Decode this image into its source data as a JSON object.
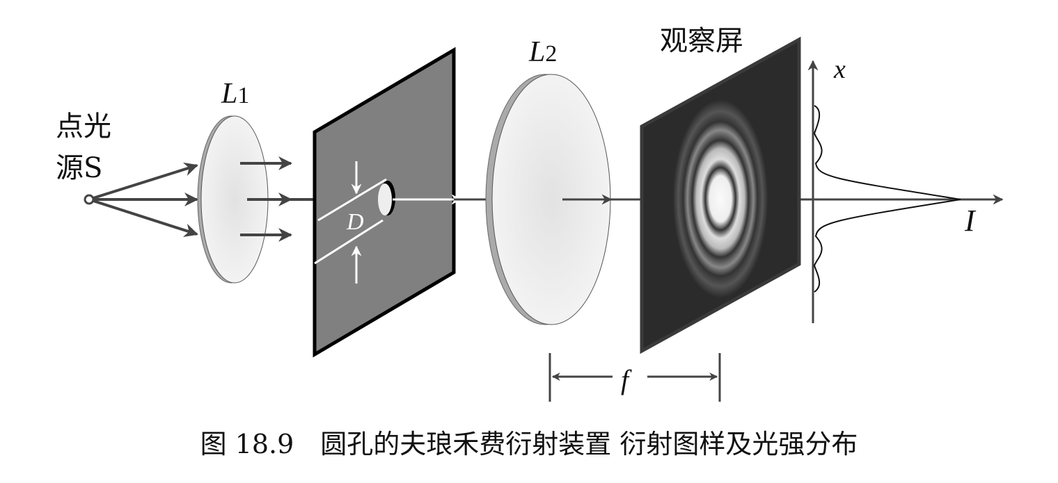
{
  "labels": {
    "source_line1": "点光",
    "source_line2": "源S",
    "lens1": "L",
    "lens1_sub": "1",
    "lens2": "L",
    "lens2_sub": "2",
    "aperture_diameter": "D",
    "screen": "观察屏",
    "x_axis": "x",
    "intensity_axis": "I",
    "focal_length": "f"
  },
  "caption": "图 18.9　圆孔的夫琅禾费衍射装置 衍射图样及光强分布",
  "colors": {
    "ray": "#444444",
    "aperture_screen": "#808080",
    "observation_screen": "#2b2b2b",
    "lens": "#eeeeee"
  }
}
